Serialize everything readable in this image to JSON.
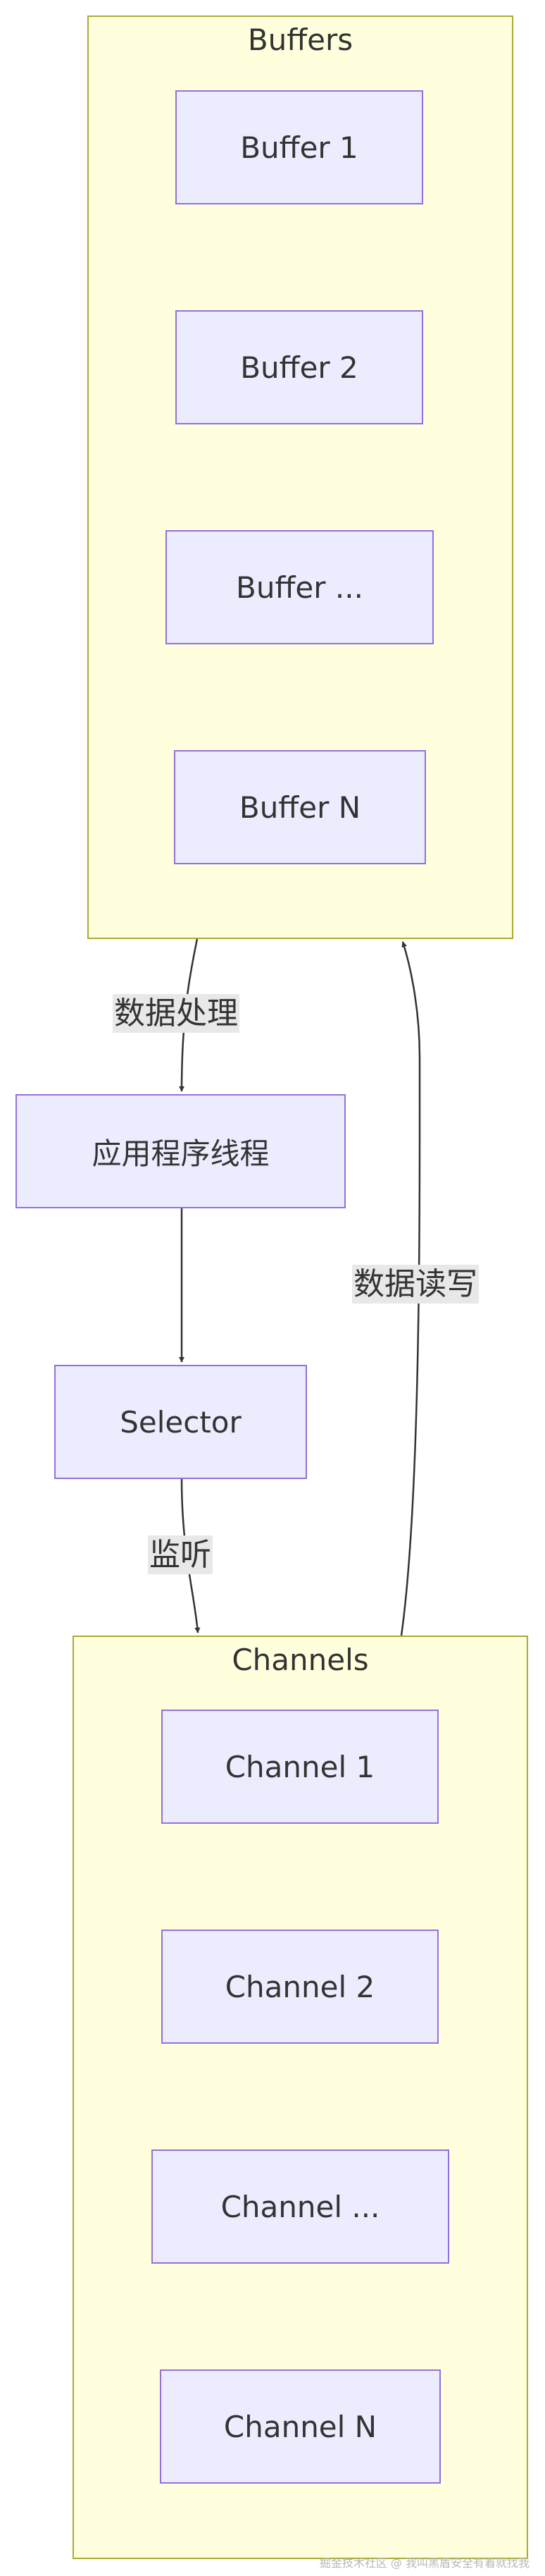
{
  "clusters": {
    "buffers": {
      "title": "Buffers",
      "nodes": [
        "Buffer 1",
        "Buffer 2",
        "Buffer ...",
        "Buffer N"
      ]
    },
    "channels": {
      "title": "Channels",
      "nodes": [
        "Channel 1",
        "Channel 2",
        "Channel ...",
        "Channel N"
      ]
    }
  },
  "nodes": {
    "app_thread": "应用程序线程",
    "selector": "Selector"
  },
  "edges": [
    {
      "from": "Buffers",
      "to": "应用程序线程",
      "label": "数据处理"
    },
    {
      "from": "应用程序线程",
      "to": "Selector",
      "label": ""
    },
    {
      "from": "Selector",
      "to": "Channels",
      "label": "监听"
    },
    {
      "from": "Channels",
      "to": "Buffers",
      "label": "数据读写"
    }
  ],
  "watermark": "掘金技术社区 @ 我叫黑盾安全有着就找我"
}
